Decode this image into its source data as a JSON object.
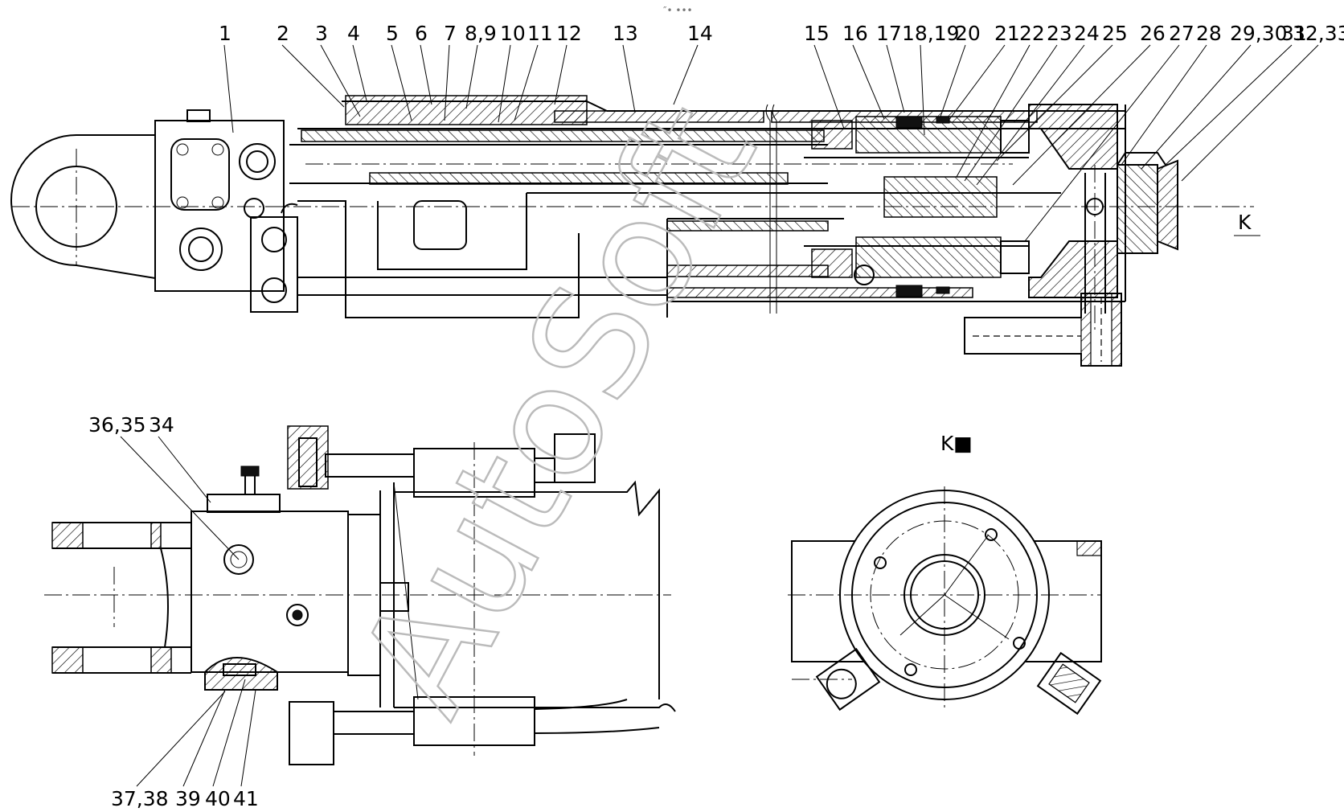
{
  "diagram": {
    "callouts_top": [
      {
        "text": "1"
      },
      {
        "text": "2"
      },
      {
        "text": "3"
      },
      {
        "text": "4"
      },
      {
        "text": "5"
      },
      {
        "text": "6"
      },
      {
        "text": "7"
      },
      {
        "text": "8,9"
      },
      {
        "text": "10"
      },
      {
        "text": "11"
      },
      {
        "text": "12"
      },
      {
        "text": "13"
      },
      {
        "text": "14"
      },
      {
        "text": "15"
      },
      {
        "text": "16"
      },
      {
        "text": "17"
      },
      {
        "text": "18,19"
      },
      {
        "text": "20"
      },
      {
        "text": "21"
      },
      {
        "text": "22"
      },
      {
        "text": "23"
      },
      {
        "text": "24"
      },
      {
        "text": "25"
      },
      {
        "text": "26"
      },
      {
        "text": "27"
      },
      {
        "text": "28"
      },
      {
        "text": "29,30"
      },
      {
        "text": "31"
      },
      {
        "text": "32,33"
      }
    ],
    "callouts_bottom_left": [
      {
        "text": "36,35"
      },
      {
        "text": "34"
      },
      {
        "text": "37,38"
      },
      {
        "text": "39"
      },
      {
        "text": "40"
      },
      {
        "text": "41"
      }
    ],
    "view_marker": "K",
    "view_title": "K",
    "view_title_glyph": "■",
    "header_marks": "″• •••",
    "watermark": "AutoSoft"
  },
  "colors": {
    "ink": "#000000",
    "hatch": "#000000",
    "watermark": "#bbbbbb",
    "background": "#ffffff"
  }
}
